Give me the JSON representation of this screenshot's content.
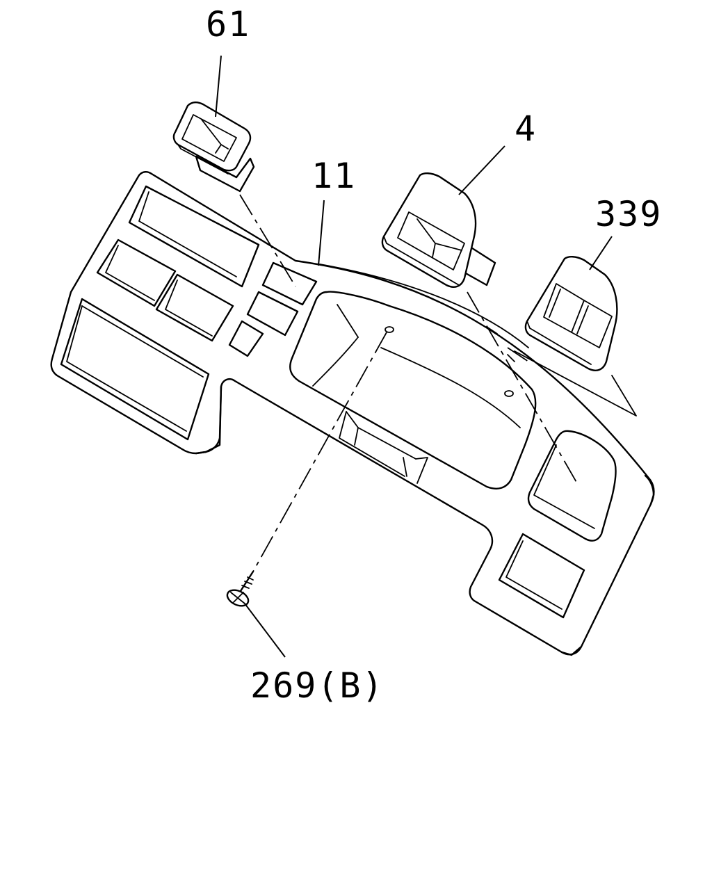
{
  "diagram": {
    "labels": {
      "part_61": "61",
      "part_4": "4",
      "part_11": "11",
      "part_339": "339",
      "part_269b": "269(B)"
    }
  }
}
